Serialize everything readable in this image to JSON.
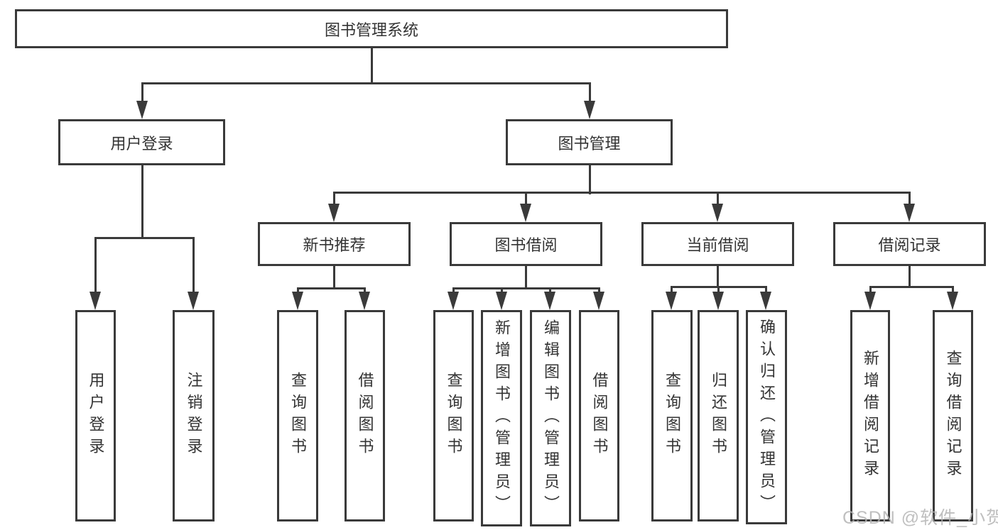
{
  "title": "图书管理系统",
  "nodes": {
    "root": "图书管理系统",
    "user_login_branch": "用户登录",
    "book_management": "图书管理",
    "new_book_recommend": "新书推荐",
    "book_borrowing": "图书借阅",
    "current_borrowing": "当前借阅",
    "borrowing_records": "借阅记录",
    "leaf_user_login": "用户登录",
    "leaf_logout": "注销登录",
    "leaf_nbr_query_books": "查询图书",
    "leaf_nbr_borrow_books": "借阅图书",
    "leaf_bb_query_books": "查询图书",
    "leaf_bb_add_books_admin": "新增图书（管理员）",
    "leaf_bb_edit_books_admin": "编辑图书（管理员）",
    "leaf_bb_borrow_books": "借阅图书",
    "leaf_cb_query_books": "查询图书",
    "leaf_cb_return_books": "归还图书",
    "leaf_cb_confirm_return_admin": "确认归还（管理员）",
    "leaf_br_add_record": "新增借阅记录",
    "leaf_br_query_record": "查询借阅记录"
  },
  "colors": {
    "line": "#3a3a3a",
    "text": "#333333",
    "background": "#ffffff",
    "watermark": "#b4b4b4"
  },
  "watermark": "CSDN @软件_小贺同学"
}
